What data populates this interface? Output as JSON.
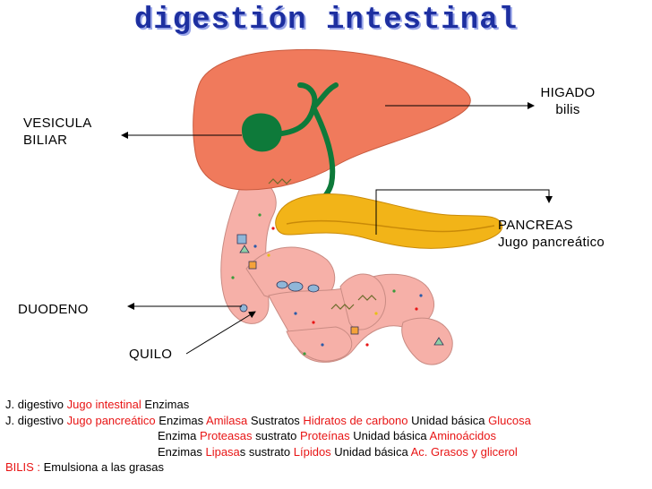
{
  "title": "digestión intestinal",
  "labels": {
    "vesicula": "VESICULA",
    "biliar": "BILIAR",
    "higado": "HIGADO",
    "bilis": "bilis",
    "pancreas": "PANCREAS",
    "jugo_pancreatico": "Jugo pancreático",
    "duodeno": "DUODENO",
    "quilo": "QUILO"
  },
  "text_lines": {
    "l1": {
      "a": "J. digestivo ",
      "b": "Jugo intestinal",
      "c": " Enzimas"
    },
    "l2": {
      "a": "J. digestivo ",
      "b": "Jugo pancreático",
      "c": " Enzimas ",
      "d": "Amilasa",
      "e": " Sustratos ",
      "f": "Hidratos de carbono",
      "g": " Unidad básica ",
      "h": "Glucosa"
    },
    "l3": {
      "a": "Enzima ",
      "b": "Proteasas",
      "c": " sustrato ",
      "d": "Proteínas",
      "e": "  Unidad básica ",
      "f": "Aminoácidos"
    },
    "l4": {
      "a": "Enzimas ",
      "b": "Lipasa",
      "c": "s sustrato ",
      "d": "Lípidos",
      "e": "   Unidad básica ",
      "f": "Ac. Grasos y glicerol"
    },
    "l5": {
      "a": "BILIS : ",
      "b": "Emulsiona a las grasas"
    }
  },
  "colors": {
    "title": "#1d2fa0",
    "liver": "#f07a5c",
    "gallbladder": "#0e7a3a",
    "pancreas": "#f2b418",
    "intestine": "#f6b0a8",
    "highlight_text": "#e81515"
  }
}
